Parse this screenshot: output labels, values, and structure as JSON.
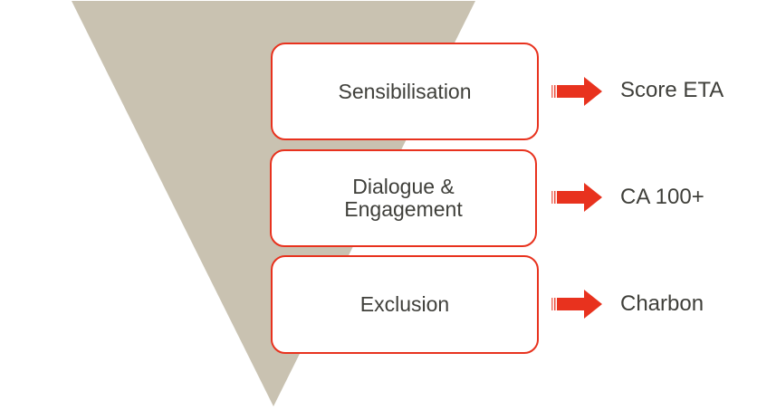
{
  "colors": {
    "funnel": "#c9c2b1",
    "accent": "#e8321e",
    "text": "#3f3f3a"
  },
  "stages": [
    {
      "label": "Sensibilisation",
      "outcome": "Score ETA"
    },
    {
      "label": "Dialogue & Engagement",
      "label_lines": [
        "Dialogue &",
        "Engagement"
      ],
      "outcome": "CA 100+"
    },
    {
      "label": "Exclusion",
      "outcome": "Charbon"
    }
  ]
}
